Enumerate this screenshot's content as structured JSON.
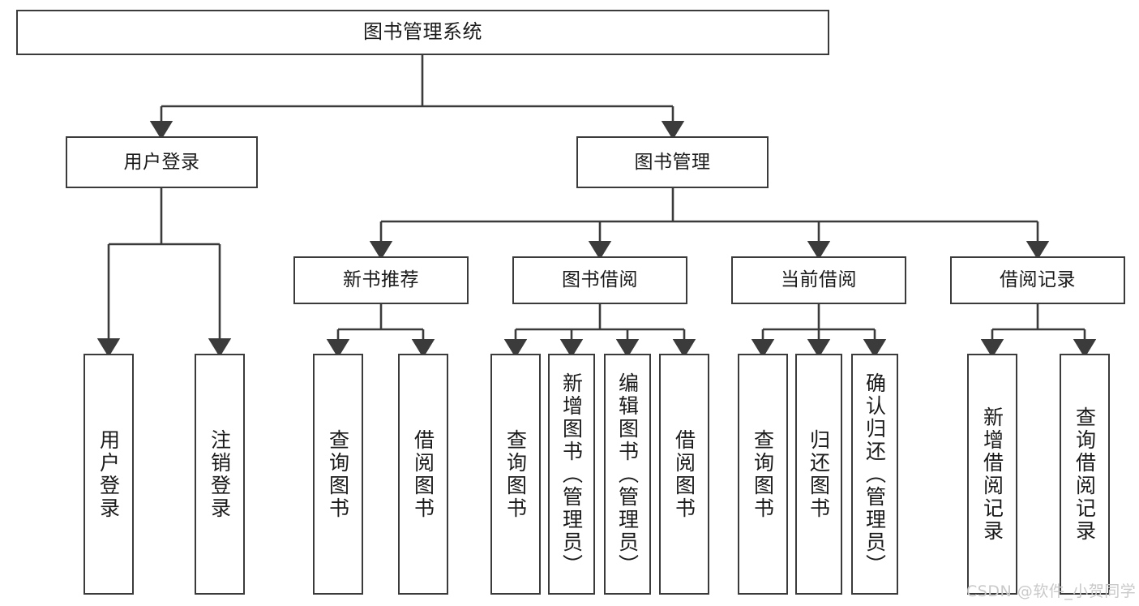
{
  "diagram": {
    "type": "tree-hierarchy",
    "title": "图书管理系统",
    "stroke_color": "#3b3b3b",
    "fill_color": "#ffffff",
    "text_color": "#1a1a1a",
    "levels": [
      {
        "level": 1,
        "nodes": [
          {
            "id": "root",
            "label": "图书管理系统",
            "orientation": "horizontal"
          }
        ]
      },
      {
        "level": 2,
        "nodes": [
          {
            "id": "user-login",
            "label": "用户登录",
            "orientation": "horizontal",
            "parent": "root"
          },
          {
            "id": "book-manage",
            "label": "图书管理",
            "orientation": "horizontal",
            "parent": "root"
          }
        ]
      },
      {
        "level": 3,
        "nodes": [
          {
            "id": "new-book-recommend",
            "label": "新书推荐",
            "orientation": "horizontal",
            "parent": "book-manage"
          },
          {
            "id": "book-borrow",
            "label": "图书借阅",
            "orientation": "horizontal",
            "parent": "book-manage"
          },
          {
            "id": "current-borrow",
            "label": "当前借阅",
            "orientation": "horizontal",
            "parent": "book-manage"
          },
          {
            "id": "borrow-record",
            "label": "借阅记录",
            "orientation": "horizontal",
            "parent": "book-manage"
          }
        ]
      },
      {
        "level": 4,
        "nodes": [
          {
            "id": "leaf-user-login",
            "label": "用户登录",
            "orientation": "vertical",
            "parent": "user-login"
          },
          {
            "id": "leaf-logout-login",
            "label": "注销登录",
            "orientation": "vertical",
            "parent": "user-login"
          },
          {
            "id": "leaf-query-book-1",
            "label": "查询图书",
            "orientation": "vertical",
            "parent": "new-book-recommend"
          },
          {
            "id": "leaf-borrow-book-1",
            "label": "借阅图书",
            "orientation": "vertical",
            "parent": "new-book-recommend"
          },
          {
            "id": "leaf-query-book-2",
            "label": "查询图书",
            "orientation": "vertical",
            "parent": "book-borrow"
          },
          {
            "id": "leaf-add-book",
            "label": "新增图书（管理员）",
            "orientation": "vertical",
            "parent": "book-borrow"
          },
          {
            "id": "leaf-edit-book",
            "label": "编辑图书（管理员）",
            "orientation": "vertical",
            "parent": "book-borrow"
          },
          {
            "id": "leaf-borrow-book-2",
            "label": "借阅图书",
            "orientation": "vertical",
            "parent": "book-borrow"
          },
          {
            "id": "leaf-query-book-3",
            "label": "查询图书",
            "orientation": "vertical",
            "parent": "current-borrow"
          },
          {
            "id": "leaf-return-book",
            "label": "归还图书",
            "orientation": "vertical",
            "parent": "current-borrow"
          },
          {
            "id": "leaf-confirm-return",
            "label": "确认归还（管理员）",
            "orientation": "vertical",
            "parent": "current-borrow"
          },
          {
            "id": "leaf-add-record",
            "label": "新增借阅记录",
            "orientation": "vertical",
            "parent": "borrow-record"
          },
          {
            "id": "leaf-query-record",
            "label": "查询借阅记录",
            "orientation": "vertical",
            "parent": "borrow-record"
          }
        ]
      }
    ]
  },
  "watermark": {
    "text": "CSDN @软件_小贺同学"
  }
}
